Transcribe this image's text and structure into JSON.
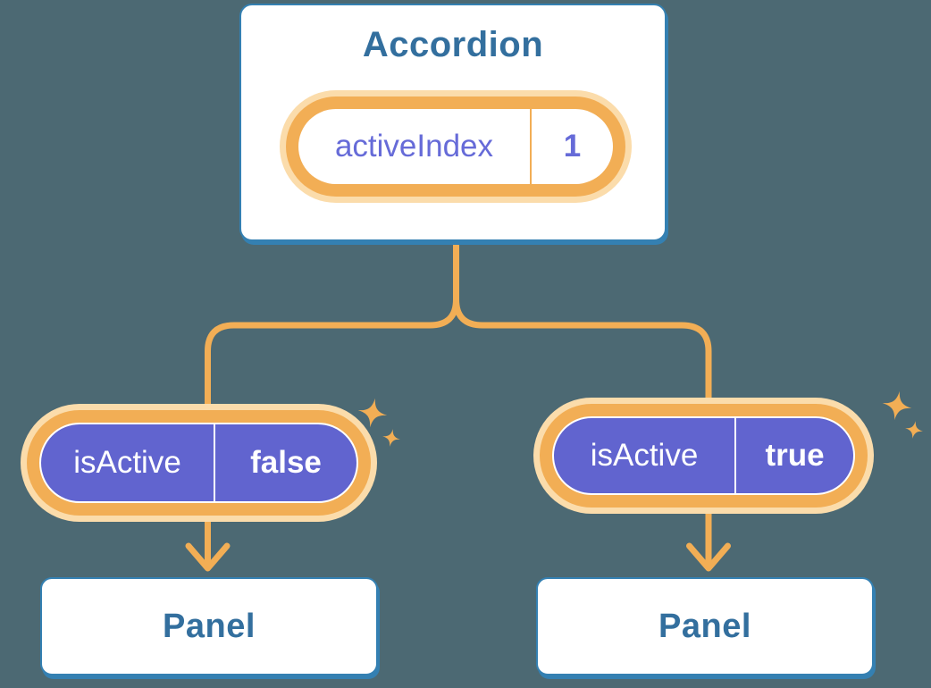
{
  "colors": {
    "bg": "#4c6973",
    "card_border": "#3480b2",
    "text_blue": "#336f9e",
    "orange": "#f2ae55",
    "cream": "#fbdcab",
    "purple": "#6164cf",
    "purple_text": "#666bd8",
    "white": "#ffffff"
  },
  "diagram": {
    "parent": {
      "title": "Accordion",
      "state_name": "activeIndex",
      "state_value": "1"
    },
    "children": [
      {
        "state_name": "isActive",
        "state_value": "false",
        "panel_label": "Panel"
      },
      {
        "state_name": "isActive",
        "state_value": "true",
        "panel_label": "Panel"
      }
    ],
    "icons": {
      "sparkle": "✦",
      "arrow": "↓"
    }
  }
}
